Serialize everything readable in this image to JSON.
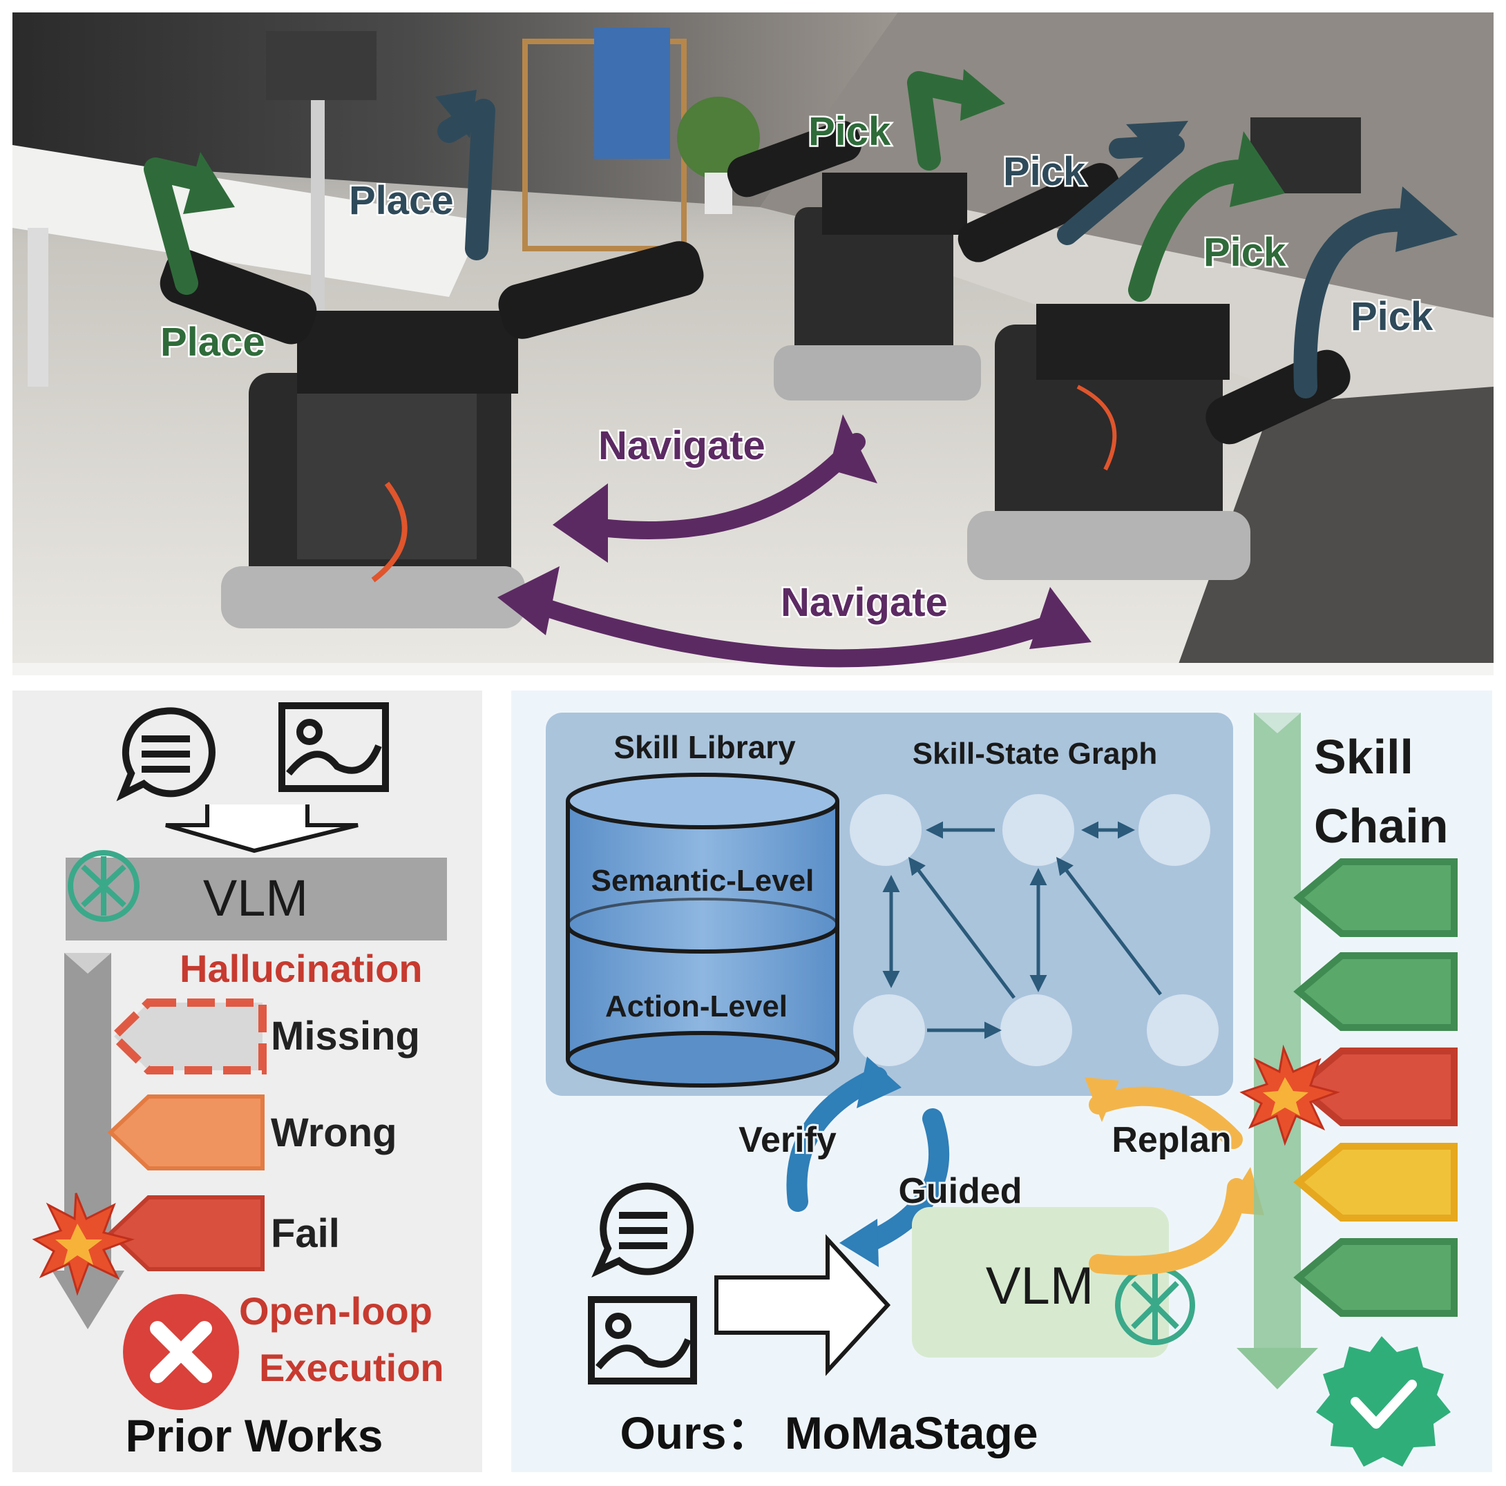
{
  "top_scene": {
    "labels": {
      "place_1": "Place",
      "place_2": "Place",
      "pick_1": "Pick",
      "pick_2": "Pick",
      "pick_3": "Pick",
      "pick_4": "Pick",
      "navigate_1": "Navigate",
      "navigate_2": "Navigate"
    },
    "colors": {
      "place_pick_green": "#2f6b3a",
      "place_pick_slate": "#2e4a5a",
      "navigate_purple": "#5c2a63"
    }
  },
  "prior_works": {
    "title": "Prior Works",
    "model": "VLM",
    "hallucination": "Hallucination",
    "missing": "Missing",
    "wrong": "Wrong",
    "fail": "Fail",
    "open_loop_1": "Open-loop",
    "open_loop_2": "Execution",
    "icons": [
      "chat-bubble-icon",
      "image-icon",
      "openai-logo-icon",
      "explosion-icon",
      "error-x-icon"
    ]
  },
  "ours": {
    "title": "Ours： MoMaStage",
    "skill_library": "Skill Library",
    "semantic_level": "Semantic-Level",
    "action_level": "Action-Level",
    "graph_title": "Skill-State Graph",
    "verify": "Verify",
    "guided": "Guided",
    "replan": "Replan",
    "model": "VLM",
    "chain_1": "Skill",
    "chain_2": "Chain",
    "icons": [
      "chat-bubble-icon",
      "image-icon",
      "openai-logo-icon",
      "explosion-icon",
      "check-badge-icon"
    ],
    "colors": {
      "chain_green": "#5aa86a",
      "chain_red": "#d9503f",
      "chain_yellow": "#f0c23a",
      "verify_blue": "#2f7fb8",
      "replan_orange": "#f3b54a"
    }
  }
}
